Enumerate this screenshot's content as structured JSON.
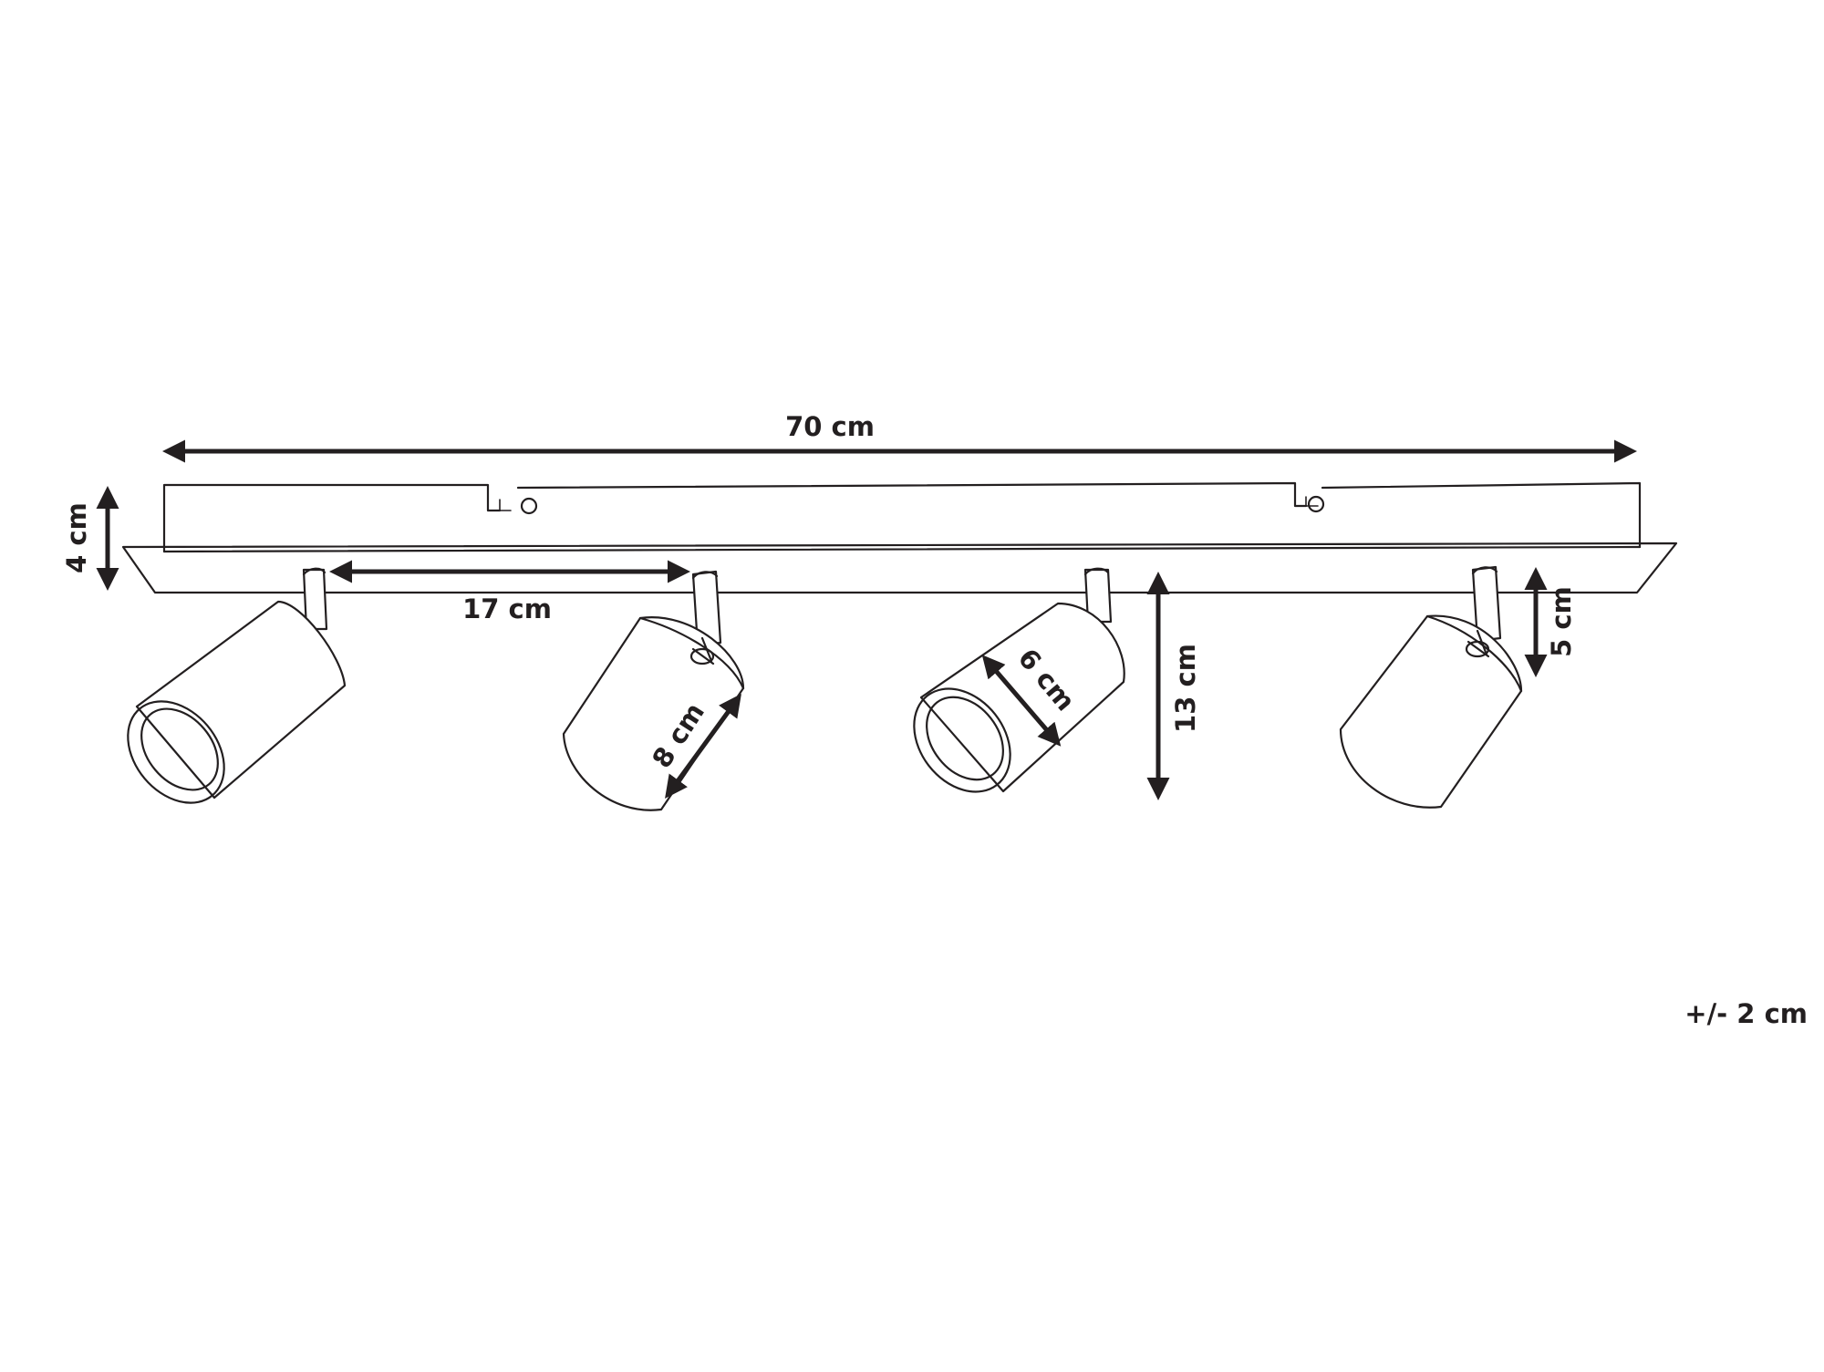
{
  "dimensions": {
    "total_length": "70 cm",
    "base_height": "4 cm",
    "spacing": "17 cm",
    "spot_length": "8 cm",
    "spot_diameter": "6 cm",
    "total_height": "13 cm",
    "arm_height": "5 cm"
  },
  "tolerance": "+/- 2 cm"
}
